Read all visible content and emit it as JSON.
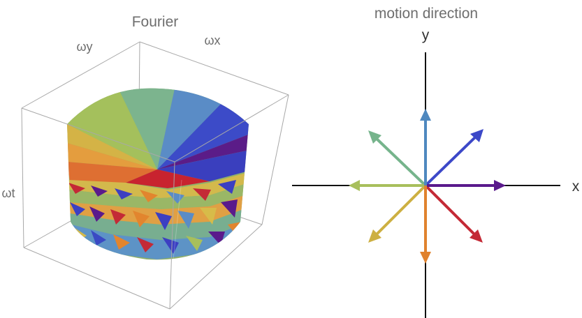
{
  "left_panel": {
    "title": "Fourier",
    "axis_labels": {
      "wy": "ωy",
      "wx": "ωx",
      "wt": "ωt"
    }
  },
  "right_panel": {
    "title": "motion direction",
    "axis_labels": {
      "x": "x",
      "y": "y"
    }
  },
  "colors": {
    "box_edge": "#9a9a9a",
    "axis": "#111111",
    "arrow_up": "#4f88bf",
    "arrow_up_right": "#3c48c8",
    "arrow_right": "#5a1a8c",
    "arrow_down_right": "#c42a36",
    "arrow_down": "#e0822e",
    "arrow_down_left": "#cdb042",
    "arrow_left": "#a8bf5c",
    "arrow_up_left": "#76b48c"
  }
}
